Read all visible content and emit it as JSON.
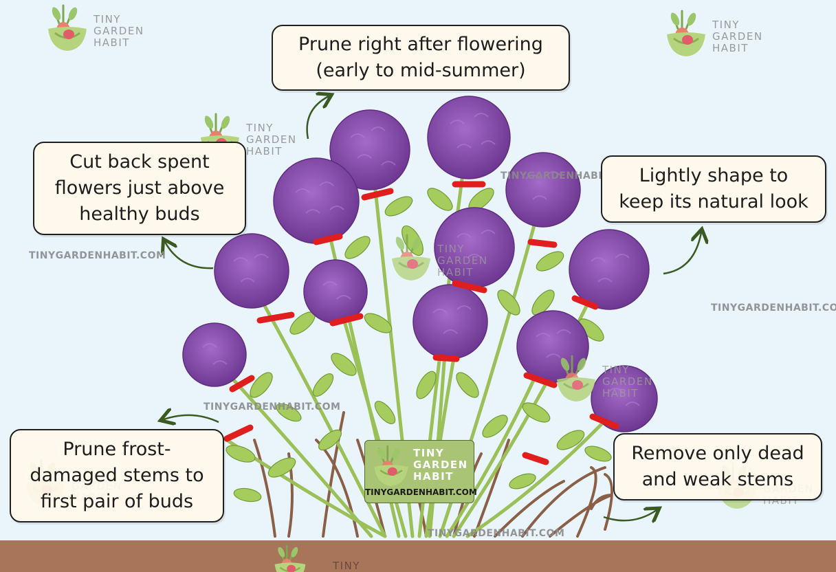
{
  "callouts": {
    "top": {
      "lines": [
        "Prune right after flowering",
        "(early to mid-summer)"
      ]
    },
    "left_top": {
      "lines": [
        "Cut back spent",
        "flowers just above",
        "healthy buds"
      ]
    },
    "right_top": {
      "lines": [
        "Lightly shape to",
        "keep its natural look"
      ]
    },
    "left_bottom": {
      "lines": [
        "Prune frost-",
        "damaged stems to",
        "first pair of buds"
      ]
    },
    "right_bottom": {
      "lines": [
        "Remove only dead",
        "and weak stems"
      ]
    }
  },
  "brand": {
    "word_lines": [
      "TINY",
      "GARDEN",
      "HABIT"
    ],
    "url": "TINYGARDENHABIT.COM",
    "bottom_partial": "TINY"
  },
  "colors": {
    "background": "#e9f5fb",
    "flower": "#8a4fb0",
    "leaf": "#a7cc5e",
    "cut_mark": "#e01e1e",
    "soil": "#a8745a",
    "arrow": "#3a5a22"
  }
}
